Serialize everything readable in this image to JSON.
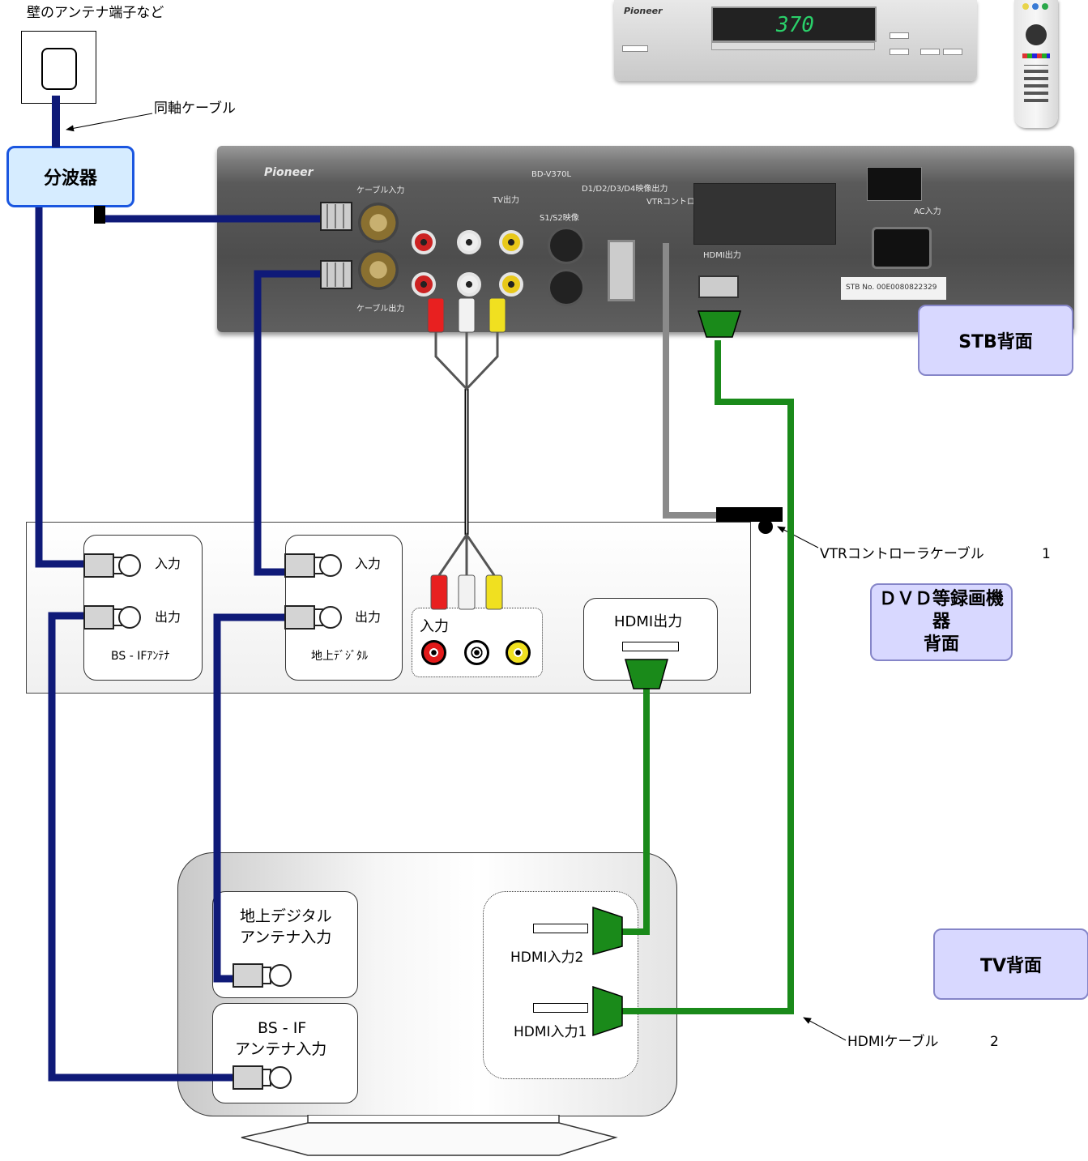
{
  "colors": {
    "coax": "#0f1a78",
    "hdmi": "#1a8a1a",
    "vtr": "#8a8a8a",
    "label_bg": "#d8d8ff",
    "splitter_bg": "#d6ecff",
    "splitter_border": "#1a56e0"
  },
  "wall": {
    "label": "壁のアンテナ端子など"
  },
  "coax_note": "同軸ケーブル",
  "splitter": {
    "label": "分波器"
  },
  "labels": {
    "stb_back": "STB背面",
    "dvd_back_line1": "ＤＶＤ等録画機器",
    "dvd_back_line2": "背面",
    "tv_back": "TV背面"
  },
  "notes": {
    "vtr_cable": "VTRコントローラケーブル",
    "vtr_num": "1",
    "hdmi_cable": "HDMIケーブル",
    "hdmi_num": "2"
  },
  "dvd": {
    "bs_in": "入力",
    "bs_out": "出力",
    "bs_group": "BS - IFｱﾝﾃﾅ",
    "terr_in": "入力",
    "terr_out": "出力",
    "terr_group": "地上ﾃﾞｼﾞﾀﾙ",
    "av_in": "入力",
    "hdmi_out": "HDMI出力"
  },
  "tv": {
    "terr_line1": "地上デジタル",
    "terr_line2": "アンテナ入力",
    "bs_line1": "BS - IF",
    "bs_line2": "アンテナ入力",
    "hdmi_in2": "HDMI入力2",
    "hdmi_in1": "HDMI入力1"
  },
  "stb_panel": {
    "brand": "Pioneer",
    "model": "BD-V370L",
    "display": "370",
    "cable_in": "ケーブル入力",
    "cable_out": "ケーブル出力",
    "tv_out": "TV出力",
    "svideo": "S1/S2映像",
    "d_out": "D1/D2/D3/D4映像出力",
    "vtr": "VTRコントローラ",
    "hdmi_out": "HDMI出力",
    "ac_in": "AC入力",
    "serial": "STB No. 00E0080822329"
  }
}
